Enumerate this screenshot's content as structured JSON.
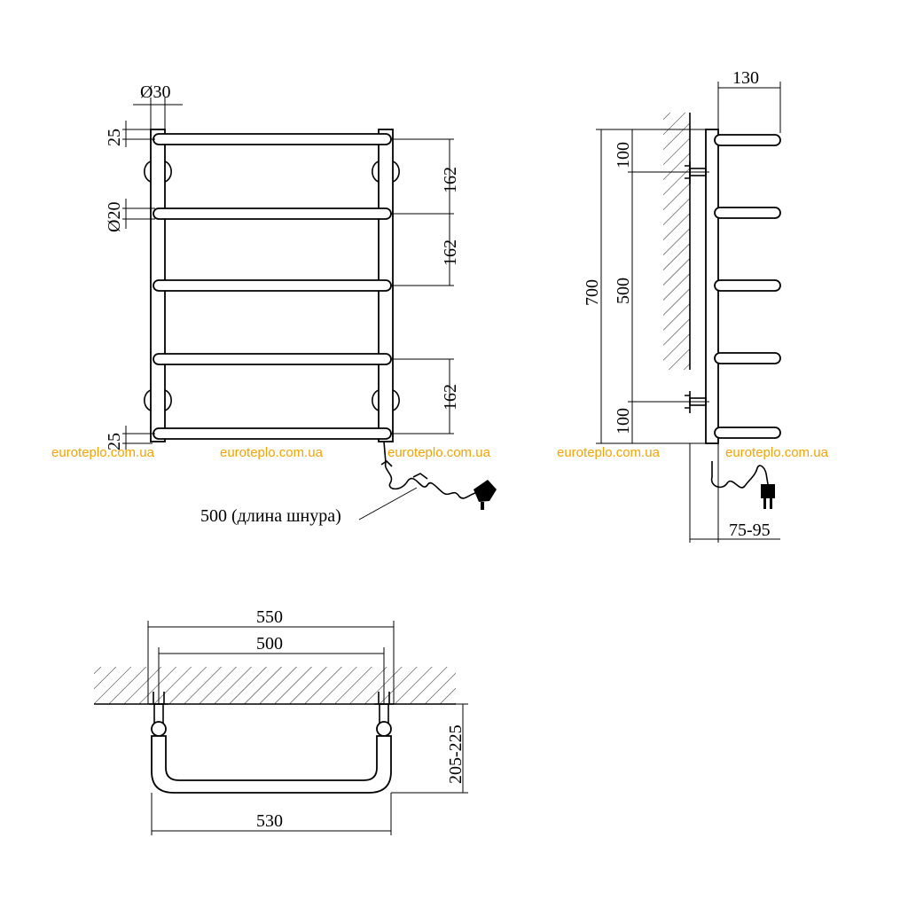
{
  "colors": {
    "line": "#000000",
    "watermark": "#f2a300",
    "background": "#ffffff"
  },
  "front_view": {
    "diam_pipe": "Ø30",
    "diam_rung": "Ø20",
    "top_offset": "25",
    "bottom_offset": "25",
    "spacing_1": "162",
    "spacing_2": "162",
    "spacing_3": "162",
    "cord_length": "500 (длина шнура)"
  },
  "side_view": {
    "depth": "130",
    "overall_height": "700",
    "mount_top": "100",
    "mount_center": "500",
    "mount_bottom": "100",
    "wall_gap": "75-95"
  },
  "top_view": {
    "overall_width": "550",
    "axis_distance": "500",
    "rail_width": "530",
    "projection": "205-225"
  },
  "watermarks": [
    "euroteplo.com.ua",
    "euroteplo.com.ua",
    "euroteplo.com.ua",
    "euroteplo.com.ua",
    "euroteplo.com.ua"
  ]
}
